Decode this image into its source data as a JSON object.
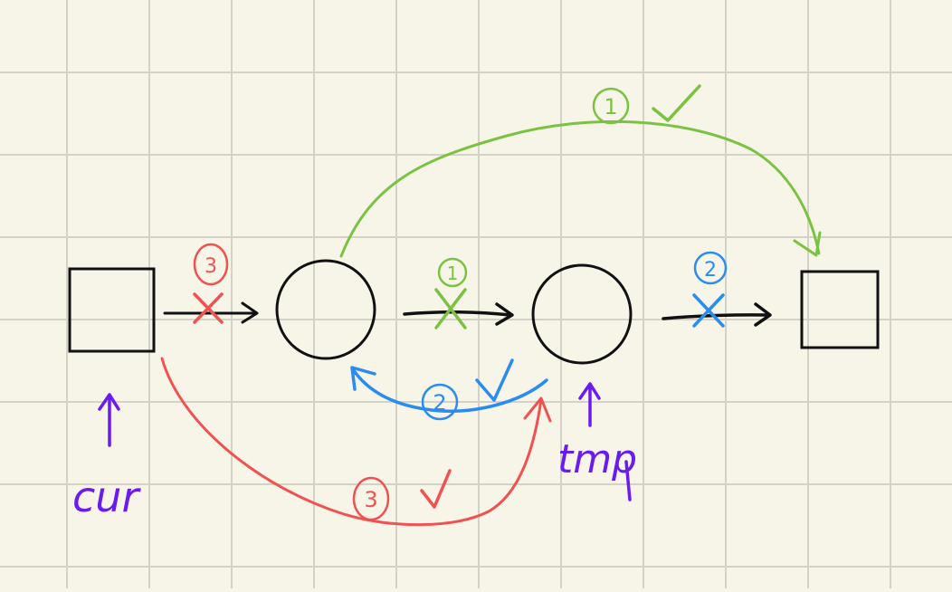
{
  "colors": {
    "background": "#f7f4e8",
    "grid": "#d4d2c6",
    "black": "#111111",
    "green": "#7cc242",
    "blue": "#2a8cf0",
    "red": "#f05252",
    "purple": "#6a1cf0"
  },
  "annotations": {
    "green_step": "1",
    "blue_step": "2",
    "red_step": "3",
    "cur_label": "cur",
    "tmp_label": "tmp"
  }
}
